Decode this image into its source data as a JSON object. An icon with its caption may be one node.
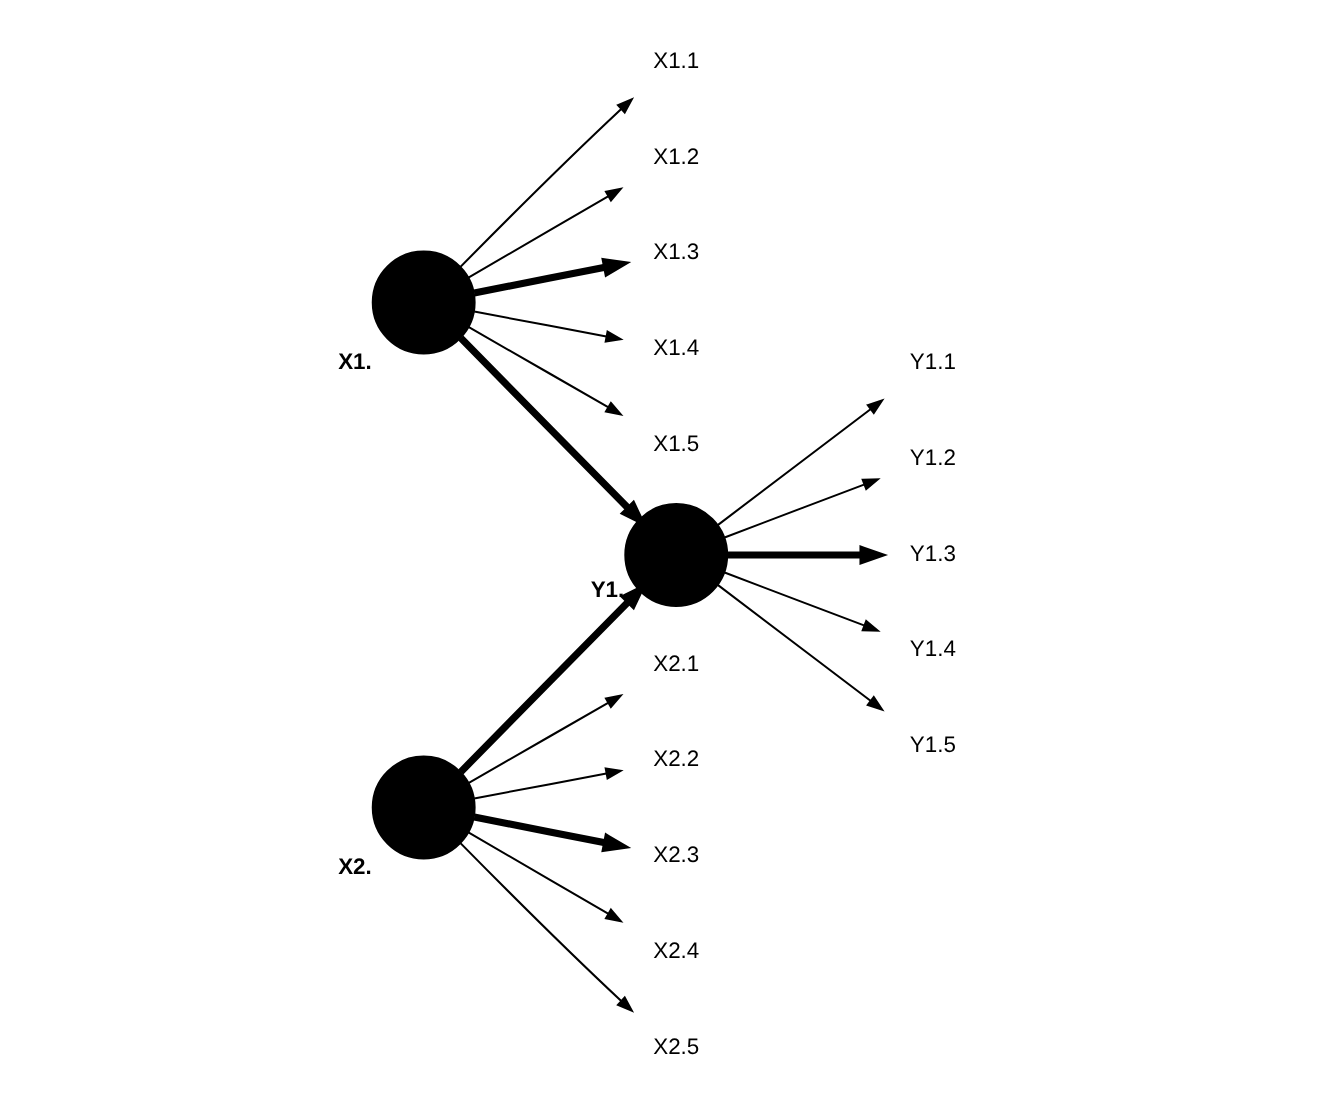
{
  "diagram": {
    "nodes": [
      {
        "text": [
          "X1."
        ]
      },
      {
        "text": [
          "X1.1"
        ]
      },
      {
        "text": [
          "X1.2"
        ]
      },
      {
        "text": [
          "X1.3"
        ]
      },
      {
        "text": [
          "X1.4"
        ]
      },
      {
        "text": [
          "X1.5"
        ]
      },
      {
        "text": [
          "X2."
        ]
      },
      {
        "text": [
          "X2.1"
        ]
      },
      {
        "text": [
          "X2.2"
        ]
      },
      {
        "text": [
          "X2.3"
        ]
      },
      {
        "text": [
          "X2.4"
        ]
      },
      {
        "text": [
          "X2.5"
        ]
      },
      {
        "text": [
          "Y1."
        ]
      },
      {
        "text": [
          "Y1.1"
        ]
      },
      {
        "text": [
          "Y1.2"
        ]
      },
      {
        "text": [
          "Y1.3"
        ]
      },
      {
        "text": [
          "Y1.4"
        ]
      },
      {
        "text": [
          "Y1.5"
        ]
      }
    ],
    "edges": [
      {
        "from": 0,
        "to": 1,
        "arrow": "to"
      },
      {
        "from": 0,
        "to": 2,
        "arrow": "to"
      },
      {
        "from": 0,
        "to": 3,
        "arrow": "to",
        "style": "thick"
      },
      {
        "from": 0,
        "to": 4,
        "arrow": "to"
      },
      {
        "from": 0,
        "to": 5,
        "arrow": "to"
      },
      {
        "from": 6,
        "to": 7,
        "arrow": "to"
      },
      {
        "from": 6,
        "to": 8,
        "arrow": "to"
      },
      {
        "from": 6,
        "to": 9,
        "arrow": "to",
        "style": "thick"
      },
      {
        "from": 6,
        "to": 10,
        "arrow": "to"
      },
      {
        "from": 6,
        "to": 11,
        "arrow": "to"
      },
      {
        "from": 0,
        "to": 12,
        "arrow": "to",
        "style": "thick"
      },
      {
        "from": 6,
        "to": 12,
        "arrow": "to",
        "style": "thick"
      },
      {
        "from": 12,
        "to": 13,
        "arrow": "to"
      },
      {
        "from": 12,
        "to": 14,
        "arrow": "to"
      },
      {
        "from": 12,
        "to": 15,
        "arrow": "to",
        "style": "thick"
      },
      {
        "from": 12,
        "to": 16,
        "arrow": "to"
      },
      {
        "from": 12,
        "to": 17,
        "arrow": "to"
      }
    ]
  }
}
